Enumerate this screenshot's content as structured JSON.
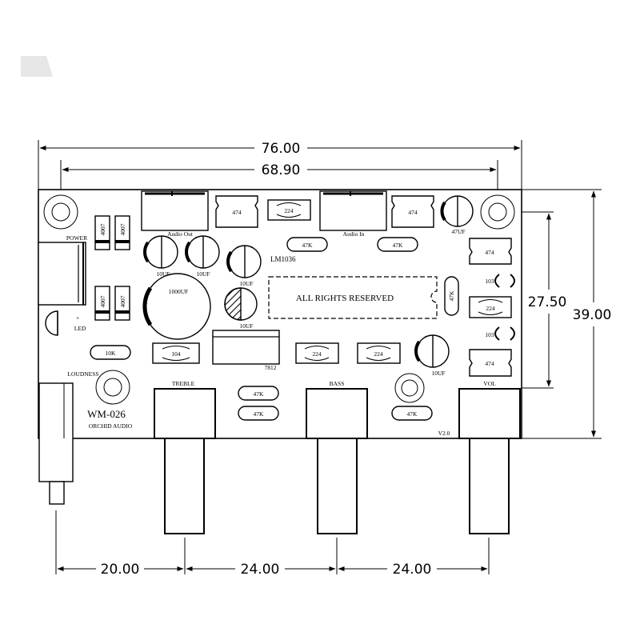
{
  "dimensions": {
    "width_overall": "76.00",
    "hole_spacing": "68.90",
    "height_overall": "39.00",
    "hole_vertical": "27.50",
    "pot_offset": "20.00",
    "pot_spacing_1": "24.00",
    "pot_spacing_2": "24.00"
  },
  "connectors": {
    "audio_out": "Audio Out",
    "audio_in": "Audio In",
    "power": "POWER",
    "led": "LED",
    "led_plus": "+",
    "loudness": "LOUDNESS"
  },
  "pots": {
    "treble": "TREBLE",
    "bass": "BASS",
    "vol": "VOL"
  },
  "board": {
    "model": "WM-026",
    "maker": "ORCHID AUDIO",
    "version": "V2.0",
    "notice": "ALL RIGHTS RESERVED",
    "regulator_ic": "LM1036",
    "regulator": "7812"
  },
  "components": {
    "c474_1": "474",
    "c224_1": "224",
    "c474_2": "474",
    "c474_3": "474",
    "c224_2": "224",
    "c474_4": "474",
    "c224_3": "224",
    "c224_4": "224",
    "c104": "104",
    "r47k_1": "47K",
    "r47k_2": "47K",
    "r47k_3": "47K",
    "r47k_4": "47K",
    "r47k_5": "47K",
    "r47k_6": "47K",
    "r10k": "10K",
    "c103_1": "103",
    "c103_2": "103",
    "d4007_1": "4007",
    "d4007_2": "4007",
    "d4007_3": "4007",
    "d4007_4": "4007",
    "e10uf_1": "10UF",
    "e10uf_2": "10UF",
    "e10uf_3": "10UF",
    "e10uf_4": "10UF",
    "e10uf_5": "10UF",
    "e1000uf": "1000UF",
    "e47uf": "47UF"
  }
}
